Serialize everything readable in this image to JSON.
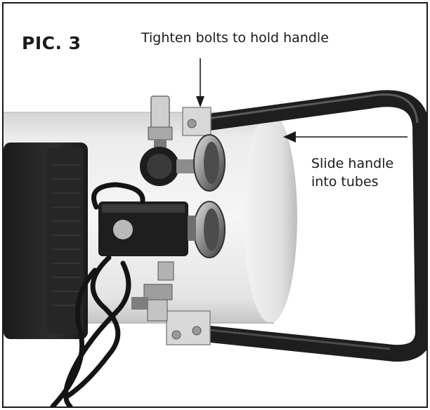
{
  "figure": {
    "label": "PIC. 3",
    "callouts": {
      "tighten": "Tighten bolts to hold handle",
      "slide_line1": "Slide handle",
      "slide_line2": "into tubes"
    }
  }
}
